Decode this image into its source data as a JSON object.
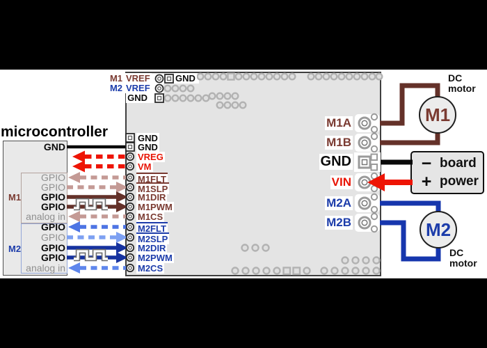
{
  "heading": "microcontroller",
  "microcontroller": {
    "gnd": "GND",
    "m1_group_label": "M1",
    "m2_group_label": "M2",
    "m1_rows": [
      "GPIO",
      "GPIO",
      "GPIO",
      "GPIO",
      "analog in"
    ],
    "m2_rows": [
      "GPIO",
      "GPIO",
      "GPIO",
      "GPIO",
      "analog in"
    ]
  },
  "board": {
    "top_pins": {
      "m1_prefix": "M1",
      "m1_vref": "VREF",
      "gnd_right_of_vref": "GND",
      "m2_prefix": "M2",
      "m2_vref": "VREF",
      "gnd_row3": "GND"
    },
    "left_pins": [
      "GND",
      "GND",
      "VREG",
      "VM",
      "M1FLT",
      "M1SLP",
      "M1DIR",
      "M1PWM",
      "M1CS",
      "M2FLT",
      "M2SLP",
      "M2DIR",
      "M2PWM",
      "M2CS"
    ],
    "right_pins": [
      "M1A",
      "M1B",
      "GND",
      "VIN",
      "M2A",
      "M2B"
    ]
  },
  "signals": [
    {
      "pin": "GND",
      "mcu": "GND",
      "direction": "common",
      "style": "solid",
      "color": "#0a0a0a"
    },
    {
      "pin": "VREG",
      "mcu": null,
      "direction": "to_microcontroller",
      "style": "dashed",
      "color": "#ee1404"
    },
    {
      "pin": "VM",
      "mcu": null,
      "direction": "to_microcontroller",
      "style": "dashed",
      "color": "#ee1404"
    },
    {
      "pin": "M1FLT",
      "mcu": "GPIO",
      "direction": "to_microcontroller",
      "style": "dashed",
      "color": "#c49a95",
      "active_low": true
    },
    {
      "pin": "M1SLP",
      "mcu": "GPIO",
      "direction": "to_board",
      "style": "dashed",
      "color": "#c49a95",
      "active_low": true
    },
    {
      "pin": "M1DIR",
      "mcu": "GPIO",
      "direction": "to_board",
      "style": "solid",
      "color": "#643129"
    },
    {
      "pin": "M1PWM",
      "mcu": "GPIO",
      "direction": "to_board",
      "style": "solid",
      "color": "#643129",
      "pwm": true
    },
    {
      "pin": "M1CS",
      "mcu": "analog in",
      "direction": "to_microcontroller",
      "style": "dashed",
      "color": "#c49a95"
    },
    {
      "pin": "M2FLT",
      "mcu": "GPIO",
      "direction": "to_microcontroller",
      "style": "dashed",
      "color": "#4d74e4",
      "active_low": true
    },
    {
      "pin": "M2SLP",
      "mcu": "GPIO",
      "direction": "to_board",
      "style": "dashed",
      "color": "#7da0f2",
      "active_low": true
    },
    {
      "pin": "M2DIR",
      "mcu": "GPIO",
      "direction": "to_board",
      "style": "solid",
      "color": "#16329f"
    },
    {
      "pin": "M2PWM",
      "mcu": "GPIO",
      "direction": "to_board",
      "style": "solid",
      "color": "#16329f",
      "pwm": true
    },
    {
      "pin": "M2CS",
      "mcu": "analog in",
      "direction": "to_microcontroller",
      "style": "dashed",
      "color": "#5e86ec"
    }
  ],
  "power_box": {
    "minus": "−",
    "plus": "+",
    "word1": "board",
    "word2": "power"
  },
  "motor1": {
    "label": "M1",
    "caption_line1": "DC",
    "caption_line2": "motor"
  },
  "motor2": {
    "label": "M2",
    "caption_line1": "DC",
    "caption_line2": "motor"
  },
  "colors": {
    "maroon_text": "#7a3a31",
    "maroon_wire": "#643129",
    "rosy_dashed": "#c49a95",
    "red": "#ee1404",
    "navy_text": "#1c3caa",
    "navy_wire": "#16329f",
    "blue_mid_dashed": "#4d74e4",
    "blue_light_dashed": "#7da0f2",
    "blue_cs_dashed": "#5e86ec",
    "board_fill": "#e4e4e4",
    "mcu_fill": "#e9e9e9",
    "via": "#b2b2b2"
  }
}
